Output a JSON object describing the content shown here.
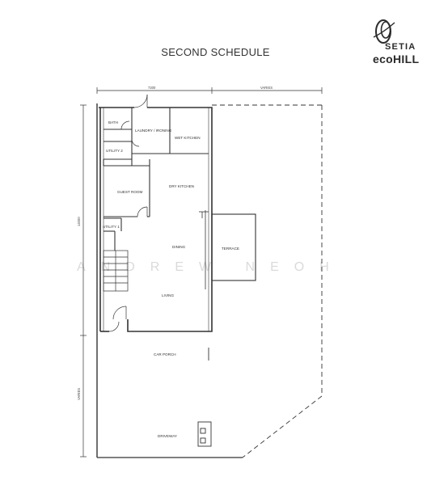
{
  "title": "SECOND SCHEDULE",
  "logo": {
    "line1": "SETIA",
    "line2": "ecoHILL"
  },
  "watermark": "ANDREW NEOH",
  "dimensions": {
    "top_left": "7200",
    "top_right": "VARIES",
    "left_upper": "14000",
    "left_lower": "VARIES"
  },
  "rooms": {
    "bath": "BATH",
    "laundry": "LAUNDRY / IRONING",
    "wet_kitchen": "WET KITCHEN",
    "utility2": "UTILITY 2",
    "guest_room": "GUEST ROOM",
    "dry_kitchen": "DRY KITCHEN",
    "utility1": "UTILITY 1",
    "dining": "DINING",
    "terrace": "TERRACE",
    "living": "LIVING",
    "car_porch": "CAR PORCH",
    "driveway": "DRIVEWAY"
  },
  "colors": {
    "line": "#333333"
  }
}
